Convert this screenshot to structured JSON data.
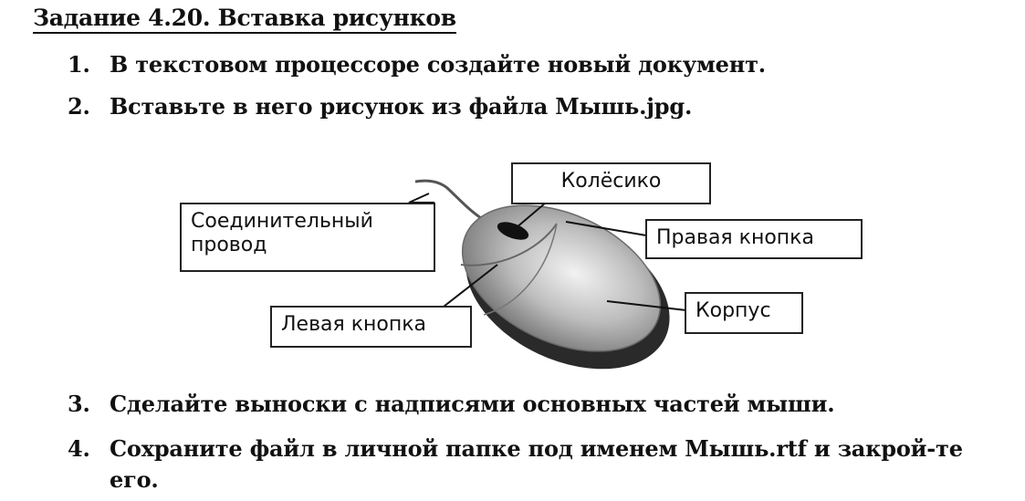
{
  "task": {
    "title": "Задание 4.20. Вставка рисунков",
    "steps": [
      {
        "num": "1.",
        "text": "В текстовом процессоре создайте новый документ."
      },
      {
        "num": "2.",
        "text": "Вставьте в него рисунок из файла Мышь.jpg."
      },
      {
        "num": "3.",
        "text": "Сделайте выноски с надписями основных частей мыши."
      },
      {
        "num": "4.",
        "text": "Сохраните файл в личной папке под именем Мышь.rtf и закрой-те его."
      }
    ]
  },
  "figure": {
    "callouts": {
      "wheel": "Колёсико",
      "cable": "Соединительный провод",
      "right_button": "Правая кнопка",
      "left_button": "Левая кнопка",
      "body": "Корпус"
    },
    "colors": {
      "mouse_body": "#bdbdbd",
      "mouse_shadow": "#2a2a2a",
      "wheel": "#111111"
    }
  }
}
